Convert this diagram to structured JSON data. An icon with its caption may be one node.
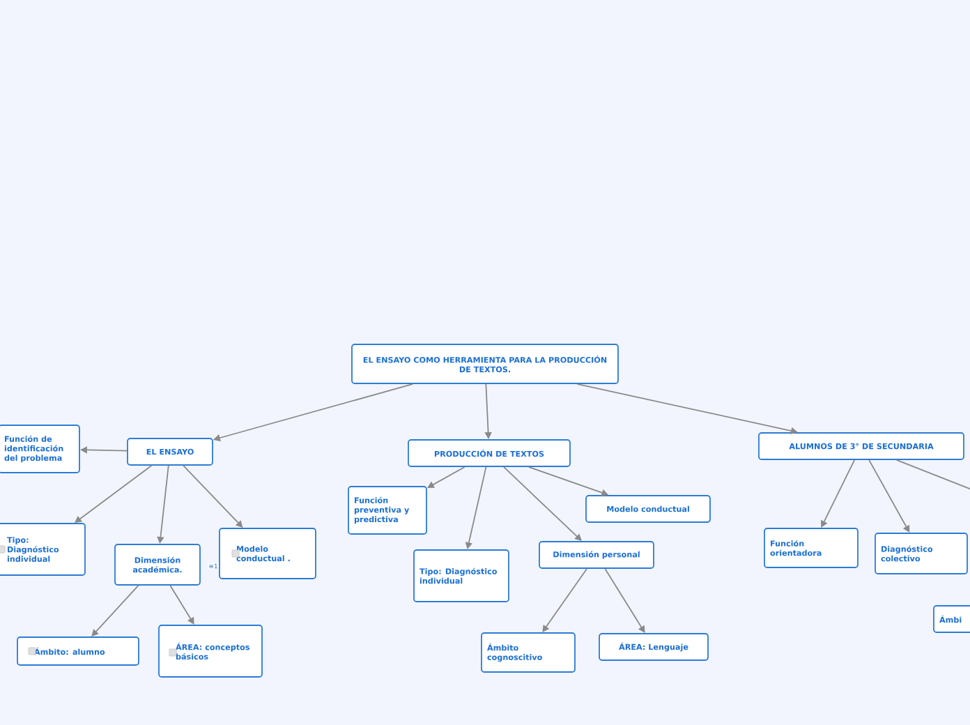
{
  "diagram": {
    "nodes": [
      {
        "text": [
          "EL ENSAYO COMO HERRAMIENTA PARA LA PRODUCCIÓN DE TEXTOS."
        ]
      },
      {
        "text": [
          "EL ENSAYO"
        ]
      },
      {
        "text": [
          "PRODUCCIÓN DE TEXTOS"
        ]
      },
      {
        "text": [
          "ALUMNOS DE 3° DE SECUNDARIA"
        ]
      },
      {
        "text": [
          "Función de identificación del problema"
        ]
      },
      {
        "text": [
          "Tipo: Diagnóstico individual"
        ]
      },
      {
        "text": [
          "Dimensión académica."
        ]
      },
      {
        "text": [
          "Modelo conductual ."
        ]
      },
      {
        "text": [
          "Ámbito: alumno"
        ]
      },
      {
        "text": [
          "ÁREA: conceptos básicos"
        ]
      },
      {
        "text": [
          "Función preventiva y predictiva"
        ]
      },
      {
        "text": [
          "Tipo: Diagnóstico individual"
        ]
      },
      {
        "text": [
          "Modelo conductual"
        ]
      },
      {
        "text": [
          "Dimensión personal"
        ]
      },
      {
        "text": [
          "Ámbito cognoscitivo"
        ]
      },
      {
        "text": [
          "ÁREA: Lenguaje"
        ]
      },
      {
        "text": [
          "Función orientadora"
        ]
      },
      {
        "text": [
          "Diagnóstico colectivo"
        ]
      },
      {
        "text": [
          "Ámbi"
        ]
      }
    ],
    "edges": [
      {
        "from": 0,
        "to": 1,
        "arrow": "to"
      },
      {
        "from": 0,
        "to": 2,
        "arrow": "to"
      },
      {
        "from": 0,
        "to": 3,
        "arrow": "to"
      },
      {
        "from": 1,
        "to": 4,
        "arrow": "to"
      },
      {
        "from": 1,
        "to": 5,
        "arrow": "to"
      },
      {
        "from": 1,
        "to": 6,
        "arrow": "to"
      },
      {
        "from": 1,
        "to": 7,
        "arrow": "to"
      },
      {
        "from": 6,
        "to": 8,
        "arrow": "to"
      },
      {
        "from": 6,
        "to": 9,
        "arrow": "to"
      },
      {
        "from": 2,
        "to": 10,
        "arrow": "to"
      },
      {
        "from": 2,
        "to": 11,
        "arrow": "to"
      },
      {
        "from": 2,
        "to": 13,
        "arrow": "to"
      },
      {
        "from": 2,
        "to": 12,
        "arrow": "to"
      },
      {
        "from": 13,
        "to": 14,
        "arrow": "to"
      },
      {
        "from": 13,
        "to": 15,
        "arrow": "to"
      },
      {
        "from": 3,
        "to": 16,
        "arrow": "to"
      },
      {
        "from": 3,
        "to": 17,
        "arrow": "to"
      },
      {
        "from": 3,
        "to": null,
        "arrow": "none"
      }
    ],
    "labels": [
      "≡1"
    ]
  }
}
